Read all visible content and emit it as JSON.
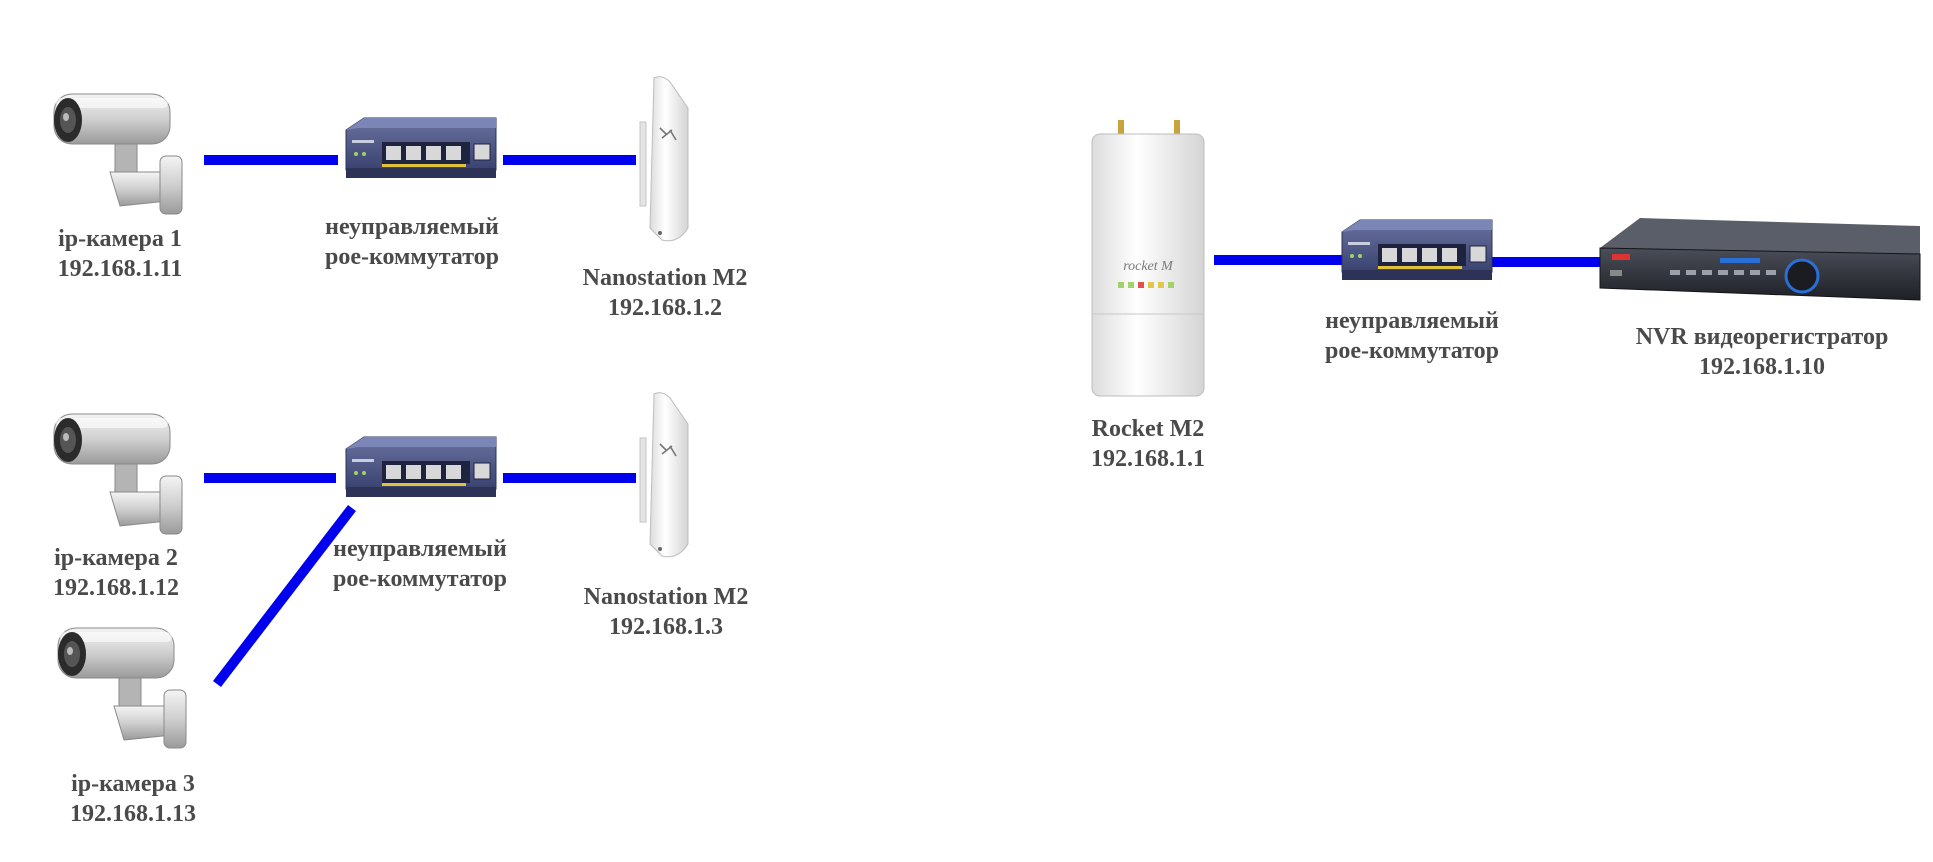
{
  "colors": {
    "link": "#0000ee",
    "label": "#4a4a4a",
    "switch_body": "#4a5480",
    "camera_body": "#c8c8c8",
    "antenna_body": "#f2f2f2",
    "nvr_body": "#2e3138",
    "nvr_accent": "#2a6fd6"
  },
  "nodes": {
    "cam1": {
      "icon": "ip-camera-icon",
      "name": "ip-камера 1",
      "ip": "192.168.1.11"
    },
    "sw1": {
      "icon": "poe-switch-icon",
      "name": "неуправляемый",
      "ip": "poe-коммутатор"
    },
    "nano1": {
      "icon": "nanostation-icon",
      "name": "Nanostation M2",
      "ip": "192.168.1.2"
    },
    "cam2": {
      "icon": "ip-camera-icon",
      "name": "ip-камера 2",
      "ip": "192.168.1.12"
    },
    "cam3": {
      "icon": "ip-camera-icon",
      "name": "ip-камера 3",
      "ip": "192.168.1.13"
    },
    "sw2": {
      "icon": "poe-switch-icon",
      "name": "неуправляемый",
      "ip": "poe-коммутатор"
    },
    "nano2": {
      "icon": "nanostation-icon",
      "name": "Nanostation M2",
      "ip": "192.168.1.3"
    },
    "rocket": {
      "icon": "rocket-m2-icon",
      "name": "Rocket M2",
      "ip": "192.168.1.1",
      "badge": "rocket M"
    },
    "sw3": {
      "icon": "poe-switch-icon",
      "name": "неуправляемый",
      "ip": "poe-коммутатор"
    },
    "nvr": {
      "icon": "nvr-recorder-icon",
      "name": "NVR видеорегистратор",
      "ip": "192.168.1.10"
    }
  },
  "links": [
    {
      "from": "cam1",
      "to": "sw1"
    },
    {
      "from": "sw1",
      "to": "nano1"
    },
    {
      "from": "cam2",
      "to": "sw2"
    },
    {
      "from": "cam3",
      "to": "sw2"
    },
    {
      "from": "sw2",
      "to": "nano2"
    },
    {
      "from": "rocket",
      "to": "sw3"
    },
    {
      "from": "sw3",
      "to": "nvr"
    }
  ]
}
